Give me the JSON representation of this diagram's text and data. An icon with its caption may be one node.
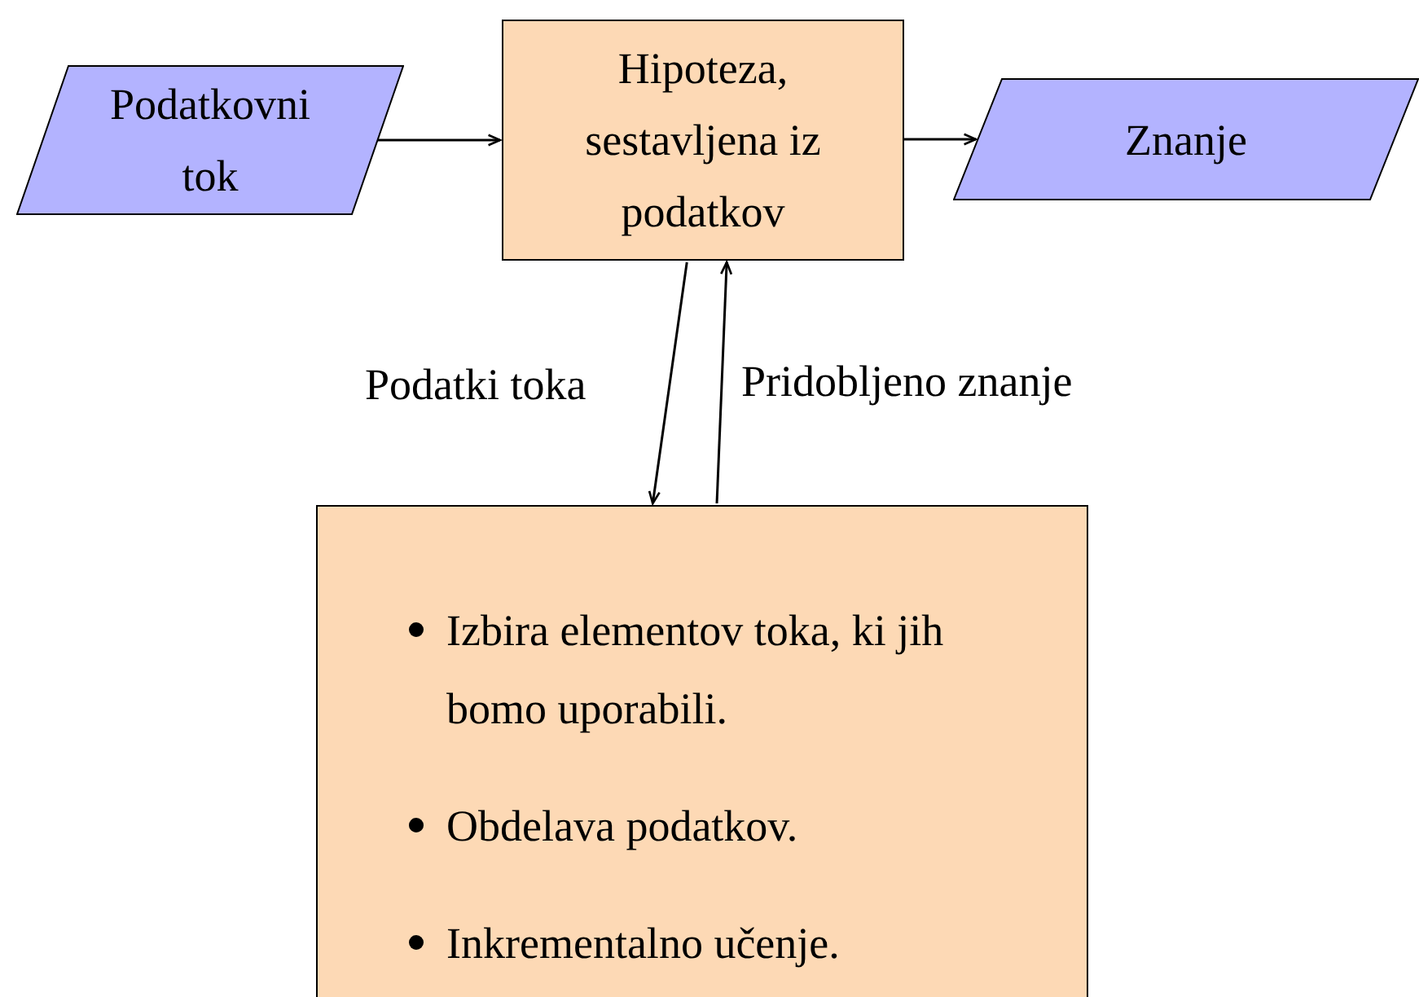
{
  "diagram": {
    "nodes": [
      {
        "text": [
          "Podatkovni tok"
        ]
      },
      {
        "text": [
          "Hipoteza, sestavljena iz podatkov"
        ]
      },
      {
        "text": [
          "Znanje"
        ]
      },
      {
        "text": [
          "Izbira elementov toka, ki jih bomo uporabili.",
          "Obdelava podatkov.",
          "Inkrementalno učenje."
        ]
      }
    ],
    "edges": [
      {
        "from": 0,
        "to": 1,
        "arrow": "to"
      },
      {
        "from": 1,
        "to": 2,
        "arrow": "to"
      },
      {
        "from": 1,
        "to": 3,
        "arrow": "to",
        "label": "Podatki toka"
      },
      {
        "from": 3,
        "to": 1,
        "arrow": "to",
        "label": "Pridobljeno znanje"
      }
    ]
  }
}
